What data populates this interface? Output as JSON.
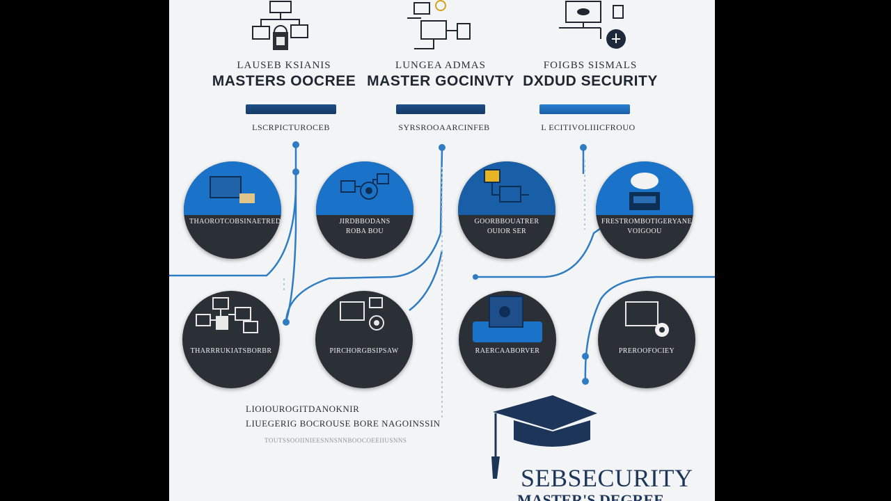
{
  "columns": [
    {
      "small_title": "LAUSEB KSIANIS",
      "main_title": "MASTERS OOCREE",
      "sub_text": "LSCRPICTUROCEB"
    },
    {
      "small_title": "LUNGEA ADMAS",
      "main_title": "MASTER GOCINVTY",
      "sub_text": "SYRSROOAARCINFEB"
    },
    {
      "small_title": "FOIGBS SISMALS",
      "main_title": "DXDUD SECURITY",
      "sub_text": "L ECITIVOLIIICFROUO"
    }
  ],
  "circles_row1": [
    {
      "label_line1": "THAOROTCOBSINAETRED",
      "label_line2": ""
    },
    {
      "label_line1": "JIRDBBODANS",
      "label_line2": "ROBA BOU"
    },
    {
      "label_line1": "GOORBBOUATRER",
      "label_line2": "OUIOR SER"
    },
    {
      "label_line1": "FRESTROMBOTIGERYANER",
      "label_line2": "VOIGOOU"
    }
  ],
  "circles_row2": [
    {
      "label": "THARRRUKIATSBORBR"
    },
    {
      "label": "PIRCHORGBSIPSAW"
    },
    {
      "label": "RAERCAABORVER"
    },
    {
      "label": "PREROOFOCIEY"
    }
  ],
  "bottom_block": {
    "line1": "LIOIOUROGITDANOKNIR",
    "line2": "LIUEGERIG BOCROUSE BORE NAGOINSSIN",
    "line3": "TOUTSSOOIINIEESNNSNNBOOCOEEIIUSNNS"
  },
  "footer": {
    "title": "SEBSECURITY",
    "subtitle": "MASTER'S DEGREE"
  },
  "colors": {
    "accent": "#1a73c8",
    "dark": "#2b2f36",
    "navy": "#1c3558",
    "background": "#f2f4f6"
  }
}
